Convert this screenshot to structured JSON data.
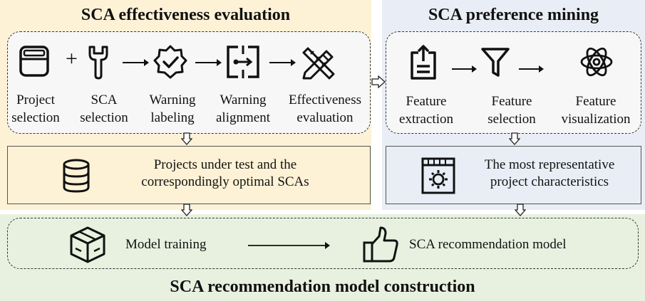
{
  "header_left": "SCA effectiveness evaluation",
  "header_right": "SCA preference mining",
  "footer": "SCA recommendation model construction",
  "left_steps": [
    {
      "line1": "Project",
      "line2": "selection"
    },
    {
      "line1": "SCA",
      "line2": "selection"
    },
    {
      "line1": "Warning",
      "line2": "labeling"
    },
    {
      "line1": "Warning",
      "line2": "alignment"
    },
    {
      "line1": "Effectiveness",
      "line2": "evaluation"
    }
  ],
  "right_steps": [
    {
      "line1": "Feature",
      "line2": "extraction"
    },
    {
      "line1": "Feature",
      "line2": "selection"
    },
    {
      "line1": "Feature",
      "line2": "visualization"
    }
  ],
  "left_result": {
    "line1": "Projects under test and the",
    "line2": "correspondingly optimal SCAs"
  },
  "right_result": {
    "line1": "The most representative",
    "line2": "project characteristics"
  },
  "model_training": "Model training",
  "recommendation_model": "SCA recommendation model",
  "colors": {
    "yellow": "#fdf2d6",
    "blue": "#e9eef6",
    "green": "#e8f1e0"
  },
  "icons": [
    "window-icon",
    "wrench-icon",
    "badge-check-icon",
    "align-icon",
    "pencil-ruler-icon",
    "clipboard-upload-icon",
    "filter-icon",
    "atom-icon",
    "database-icon",
    "settings-window-icon",
    "box-icon",
    "thumbs-up-icon"
  ]
}
